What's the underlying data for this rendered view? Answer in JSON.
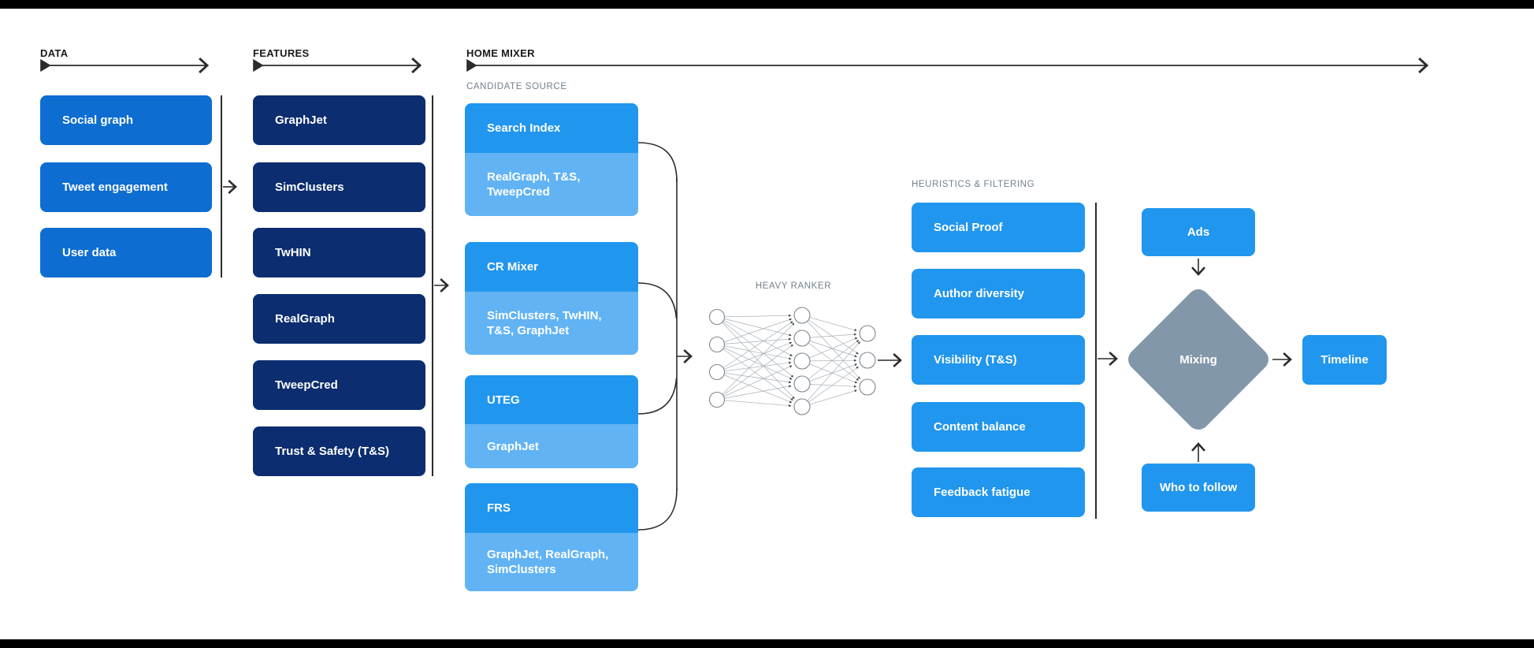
{
  "colors": {
    "bar-black": "#000000",
    "bg": "#ffffff",
    "data-blue": "#0d6dd1",
    "navy": "#0c2d6f",
    "bright-blue": "#2196ee",
    "light-blue": "#61b3f4",
    "diamond-gray": "#8297a9",
    "label-gray": "#73808d",
    "header-black": "#1a1a1a",
    "line-dark": "#2b2b2b",
    "net-stroke": "#7d8790",
    "net-edge": "#a8b0b7"
  },
  "sections": {
    "data": {
      "title": "DATA",
      "items": [
        "Social graph",
        "Tweet engagement",
        "User data"
      ]
    },
    "features": {
      "title": "FEATURES",
      "items": [
        "GraphJet",
        "SimClusters",
        "TwHIN",
        "RealGraph",
        "TweepCred",
        "Trust & Safety (T&S)"
      ]
    },
    "home_mixer": {
      "title": "HOME MIXER",
      "candidate_source": {
        "label": "CANDIDATE SOURCE",
        "groups": [
          {
            "name": "Search Index",
            "sources": "RealGraph, T&S, TweepCred"
          },
          {
            "name": "CR Mixer",
            "sources": "SimClusters, TwHIN, T&S, GraphJet"
          },
          {
            "name": "UTEG",
            "sources": "GraphJet"
          },
          {
            "name": "FRS",
            "sources": "GraphJet, RealGraph, SimClusters"
          }
        ]
      },
      "heavy_ranker": {
        "label": "HEAVY RANKER",
        "layers": [
          4,
          5,
          3
        ]
      },
      "heuristics": {
        "label": "HEURISTICS & FILTERING",
        "items": [
          "Social Proof",
          "Author diversity",
          "Visibility (T&S)",
          "Content balance",
          "Feedback fatigue"
        ]
      },
      "mixing": {
        "ads": "Ads",
        "diamond": "Mixing",
        "who_to_follow": "Who to follow",
        "timeline": "Timeline"
      }
    }
  }
}
